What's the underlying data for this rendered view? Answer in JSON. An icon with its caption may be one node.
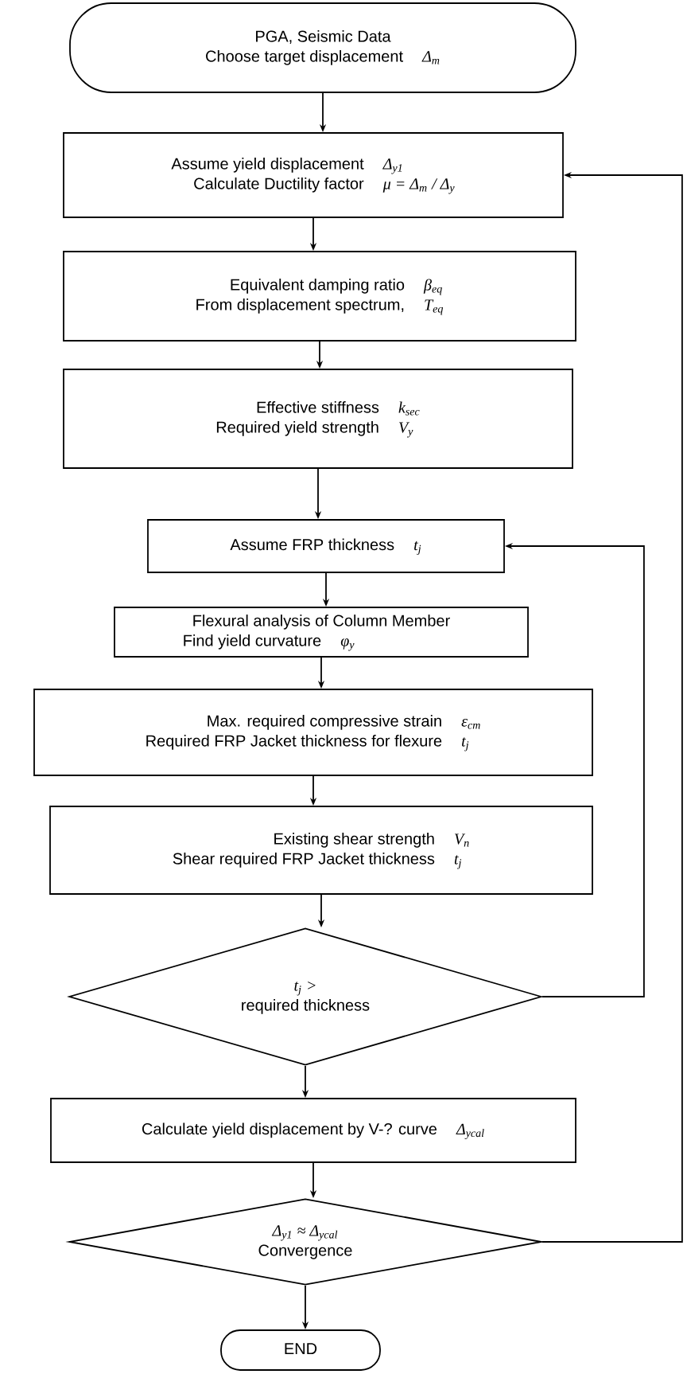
{
  "diagram": {
    "nodes": [
      {
        "text": [
          "PGA, Seismic Data",
          "Choose target displacement",
          "Δ$_{m}$"
        ]
      },
      {
        "text": [
          "Assume yield displacement",
          "Δ$_{y1}$",
          "Calculate Ductility factor",
          "μ = Δ$_{m}$ / Δ$_{y}$"
        ]
      },
      {
        "text": [
          "Equivalent damping ratio",
          "β$_{eq}$",
          "From displacement spectrum,",
          "T$_{eq}$"
        ]
      },
      {
        "text": [
          "Effective stiffness",
          "k$_{sec}$",
          "Required yield strength",
          "V$_{y}$"
        ]
      },
      {
        "text": [
          "Assume FRP thickness",
          "t$_{j}$"
        ]
      },
      {
        "text": [
          "Flexural analysis of Column Member",
          "Find yield curvature",
          "φ$_{y}$"
        ]
      },
      {
        "text": [
          "Max. required compressive strain",
          "ε$_{cm}$",
          "Required FRP Jacket thickness for flexure",
          "t$_{j}$"
        ]
      },
      {
        "text": [
          "Existing shear strength",
          "V$_{n}$",
          "Shear required FRP Jacket thickness",
          "t$_{j}$"
        ]
      },
      {
        "text": [
          "t$_{j}$ >",
          "required thickness"
        ]
      },
      {
        "text": [
          "Calculate yield displacement by V-? curve",
          "Δ$_{ycal}$"
        ]
      },
      {
        "text": [
          "Δ$_{y1}$ ≈ Δ$_{ycal}$",
          "Convergence"
        ]
      },
      {
        "text": [
          "END"
        ]
      }
    ],
    "edges": [
      {
        "from": 0,
        "to": 1,
        "arrow": "to"
      },
      {
        "from": 1,
        "to": 2,
        "arrow": "to"
      },
      {
        "from": 2,
        "to": 3,
        "arrow": "to"
      },
      {
        "from": 3,
        "to": 4,
        "arrow": "to"
      },
      {
        "from": 4,
        "to": 5,
        "arrow": "to"
      },
      {
        "from": 5,
        "to": 6,
        "arrow": "to"
      },
      {
        "from": 6,
        "to": 7,
        "arrow": "to"
      },
      {
        "from": 7,
        "to": 8,
        "arrow": "to"
      },
      {
        "from": 8,
        "to": 4,
        "arrow": "to"
      },
      {
        "from": 8,
        "to": 9,
        "arrow": "to"
      },
      {
        "from": 9,
        "to": 10,
        "arrow": "to"
      },
      {
        "from": 10,
        "to": 1,
        "arrow": "to"
      },
      {
        "from": 10,
        "to": 11,
        "arrow": "to"
      }
    ]
  }
}
